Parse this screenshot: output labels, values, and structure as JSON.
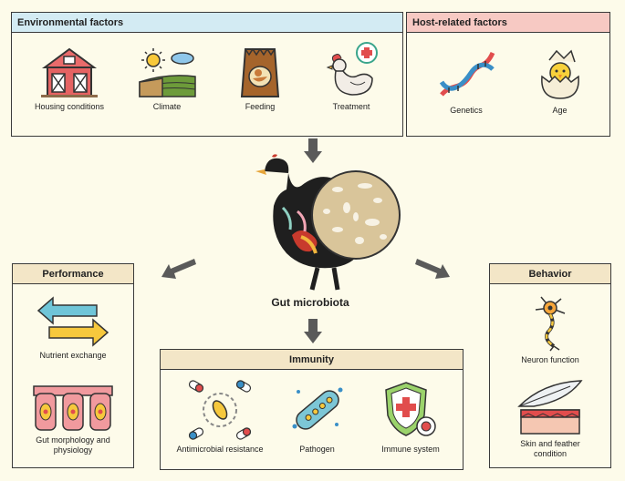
{
  "environmental": {
    "title": "Environmental factors",
    "items": [
      {
        "label": "Housing conditions",
        "icon": "barn-icon"
      },
      {
        "label": "Climate",
        "icon": "sun-cloud-field-icon"
      },
      {
        "label": "Feeding",
        "icon": "feed-bag-icon"
      },
      {
        "label": "Treatment",
        "icon": "treated-chicken-icon"
      }
    ]
  },
  "host": {
    "title": "Host-related factors",
    "items": [
      {
        "label": "Genetics",
        "icon": "dna-icon"
      },
      {
        "label": "Age",
        "icon": "hatching-chick-icon"
      }
    ]
  },
  "center": {
    "label": "Gut microbiota"
  },
  "performance": {
    "title": "Performance",
    "items": [
      {
        "label": "Nutrient exchange",
        "icon": "exchange-arrows-icon"
      },
      {
        "label": "Gut morphology and physiology",
        "icon": "intestinal-villi-icon"
      }
    ]
  },
  "immunity": {
    "title": "Immunity",
    "items": [
      {
        "label": "Antimicrobial resistance",
        "icon": "antibiotic-resistance-icon"
      },
      {
        "label": "Pathogen",
        "icon": "bacterium-icon"
      },
      {
        "label": "Immune system",
        "icon": "shield-virus-icon"
      }
    ]
  },
  "behavior": {
    "title": "Behavior",
    "items": [
      {
        "label": "Neuron function",
        "icon": "neuron-icon"
      },
      {
        "label": "Skin and feather condition",
        "icon": "feather-skin-icon"
      }
    ]
  },
  "colors": {
    "env_header": "#d3ebf3",
    "host_header": "#f7c9c3",
    "panel_header": "#f3e6c7",
    "arrow": "#5a5a5a"
  }
}
